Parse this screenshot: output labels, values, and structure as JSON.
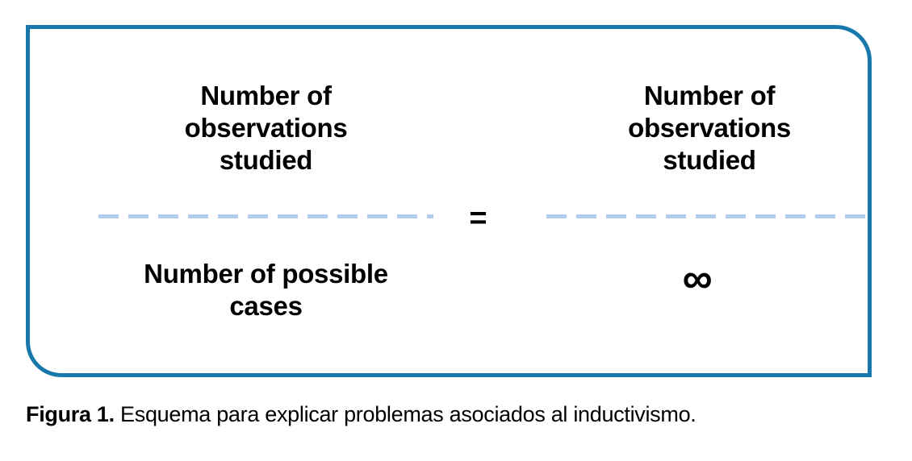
{
  "colors": {
    "box_border": "#1878ab",
    "fraction_bar": "#b3cdee",
    "text": "#000000"
  },
  "figure": {
    "left": {
      "numerator": "Number of\nobservations\nstudied",
      "denominator": "Number of possible\ncases"
    },
    "equals": "=",
    "right": {
      "numerator": "Number of\nobservations\nstudied",
      "denominator": "∞"
    }
  },
  "caption": {
    "label": "Figura 1.",
    "text": " Esquema para explicar problemas asociados al inductivismo."
  }
}
